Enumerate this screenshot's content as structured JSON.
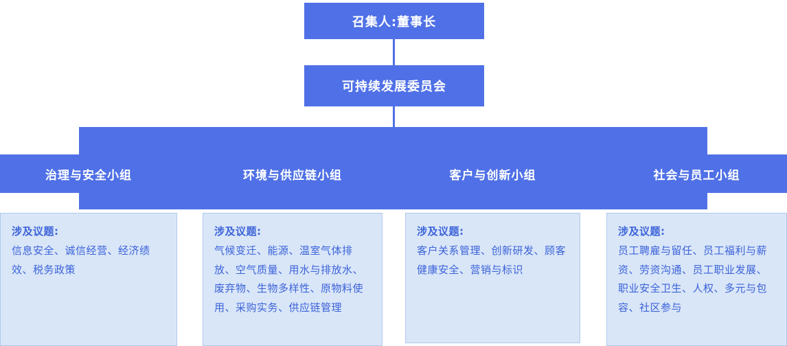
{
  "colors": {
    "primary": "#4f70e6",
    "light_box_fill": "#d9e6f8",
    "light_box_border": "#b0c8ec",
    "text_blue": "#3c63d8"
  },
  "org": {
    "convener": "召集人:董事长",
    "committee": "可持续发展委员会",
    "groups": [
      {
        "title": "治理与安全小组",
        "topics_label": "涉及议题:",
        "topics": "信息安全、诚信经营、经济绩效、税务政策"
      },
      {
        "title": "环境与供应链小组",
        "topics_label": "涉及议题:",
        "topics": "气候变迁、能源、温室气体排放、空气质量、用水与排放水、废弃物、生物多样性、原物料使用、采购实务、供应链管理"
      },
      {
        "title": "客户与创新小组",
        "topics_label": "涉及议题:",
        "topics": "客户关系管理、创新研发、顾客健康安全、营销与标识"
      },
      {
        "title": "社会与员工小组",
        "topics_label": "涉及议题:",
        "topics": "员工聘雇与留任、员工福利与薪资、劳资沟通、员工职业发展、职业安全卫生、人权、多元与包容、社区参与"
      }
    ]
  }
}
